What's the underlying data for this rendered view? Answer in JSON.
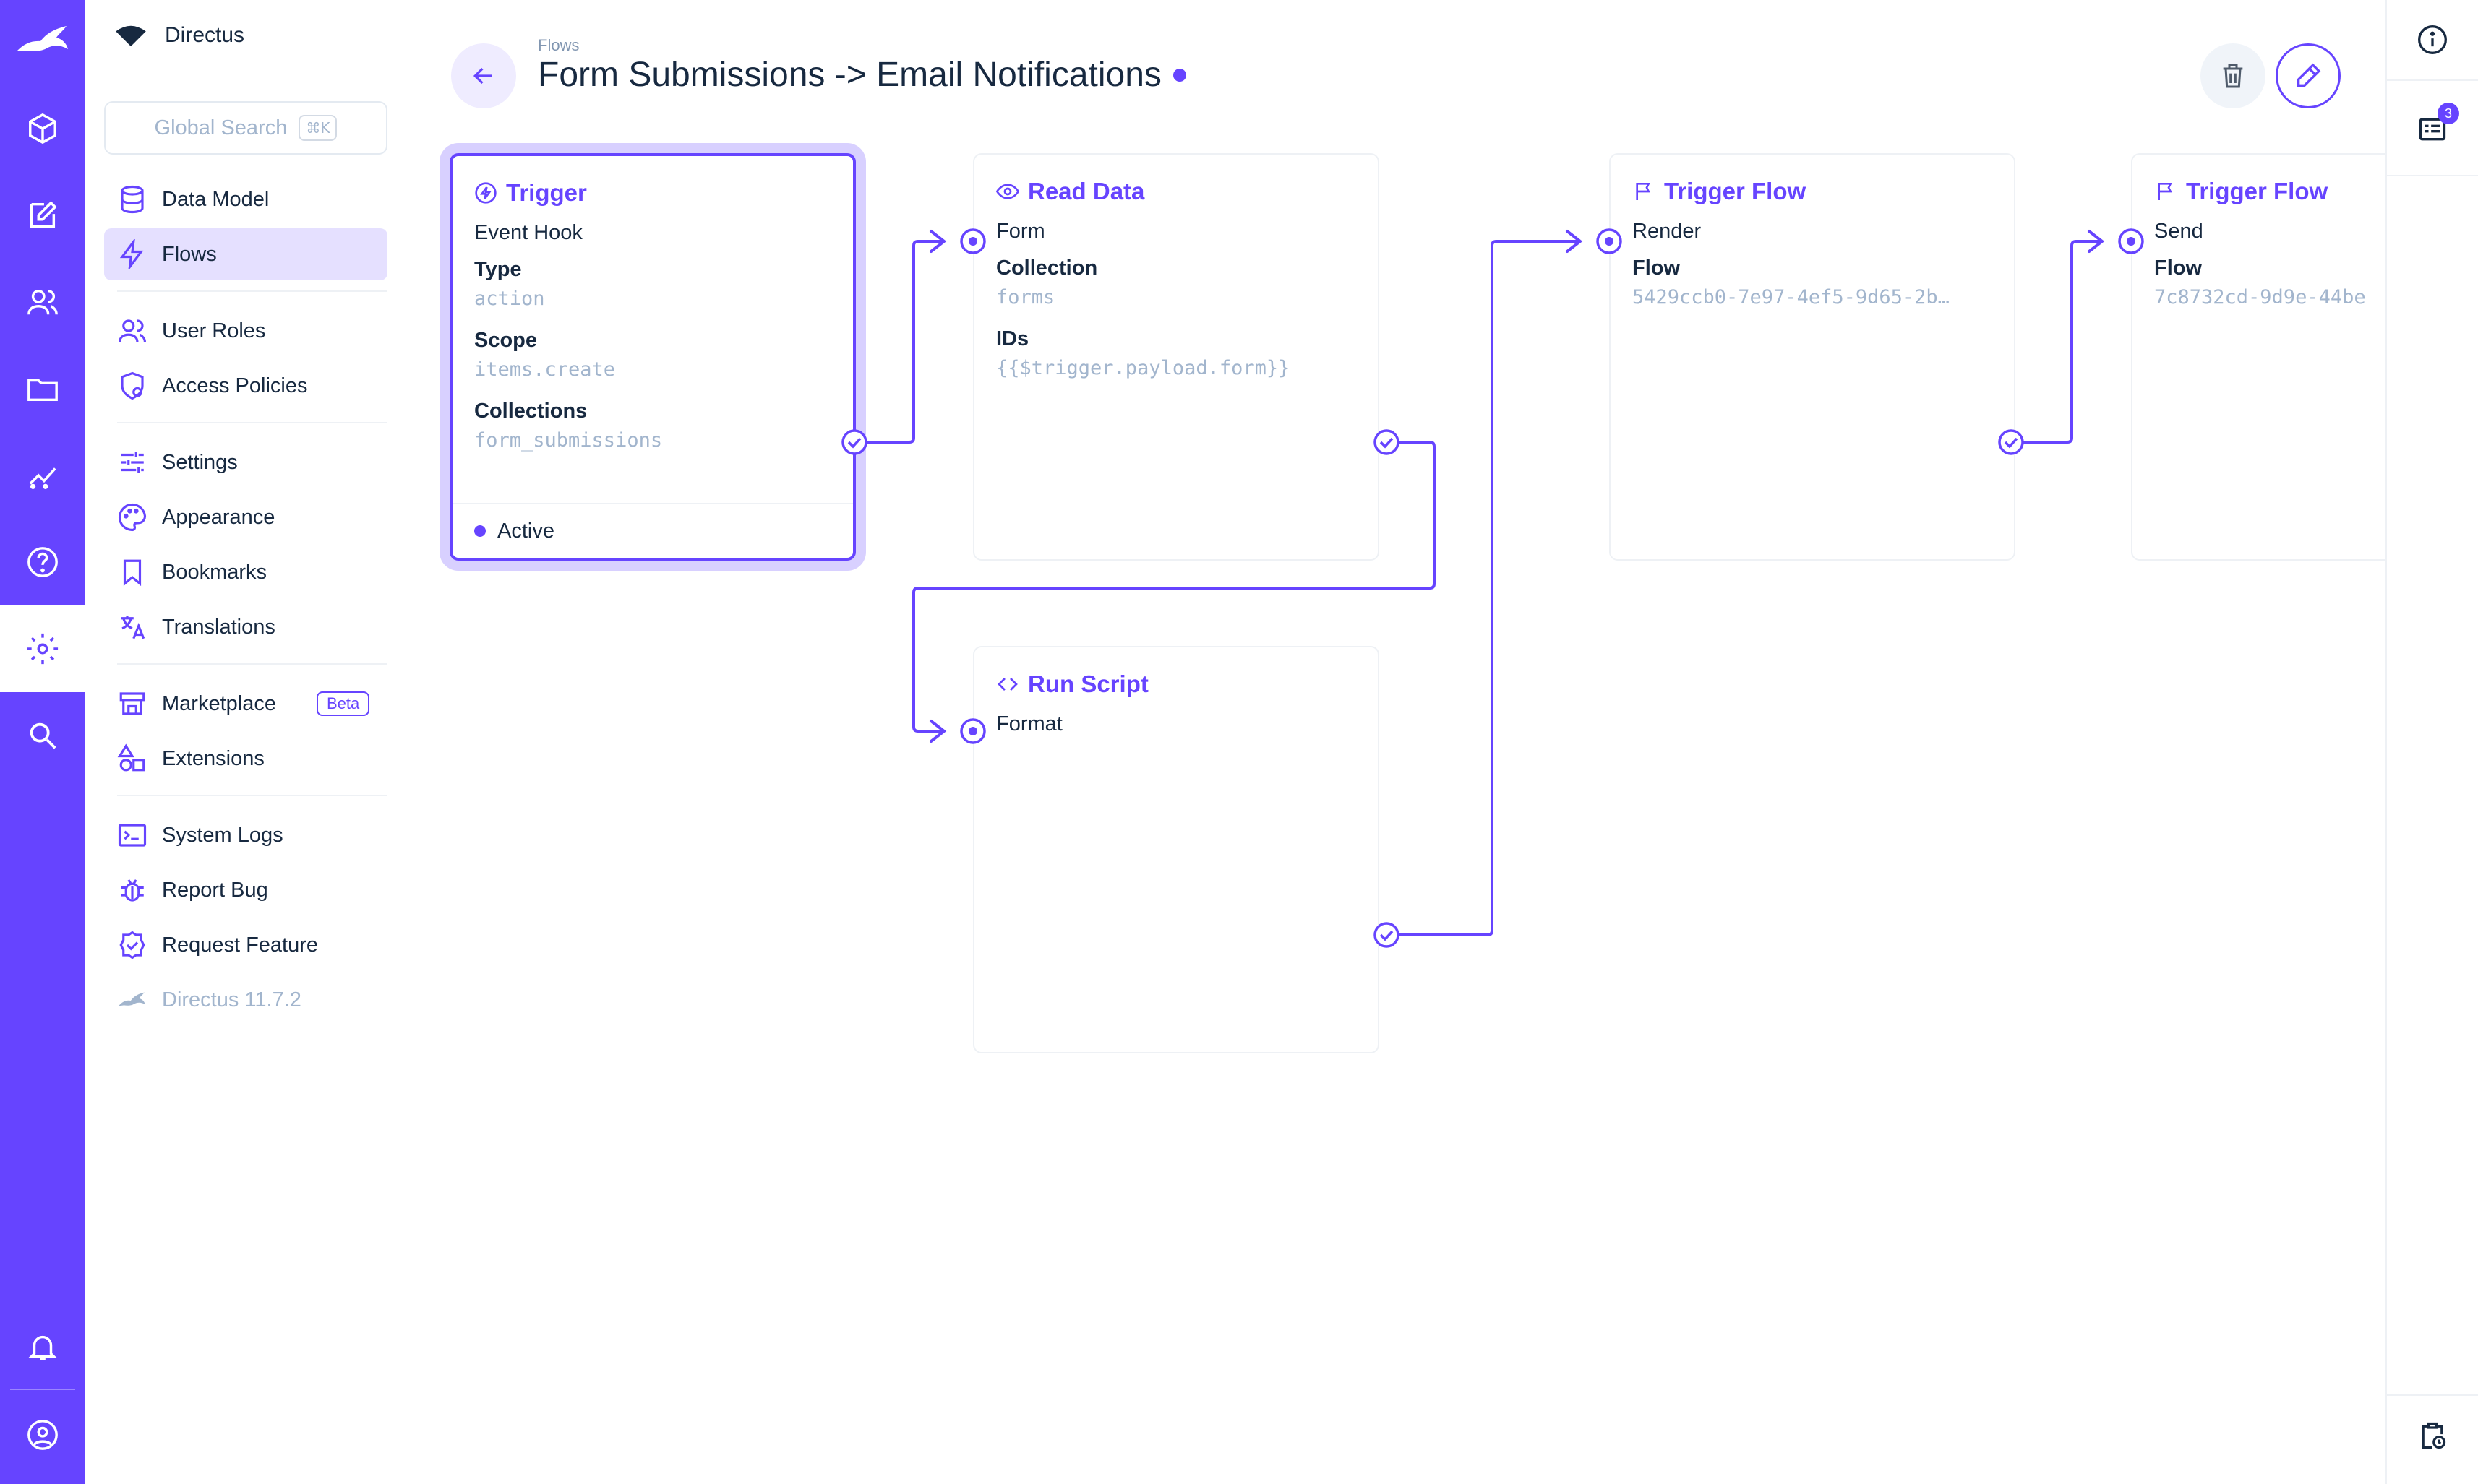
{
  "app": {
    "project_name": "Directus",
    "version": "Directus 11.7.2"
  },
  "search": {
    "placeholder": "Global Search",
    "shortcut": "⌘K"
  },
  "nav": {
    "items": [
      {
        "label": "Data Model",
        "icon": "database-icon"
      },
      {
        "label": "Flows",
        "icon": "bolt-icon",
        "active": true
      },
      {
        "label": "User Roles",
        "icon": "users-icon"
      },
      {
        "label": "Access Policies",
        "icon": "policy-icon"
      },
      {
        "label": "Settings",
        "icon": "sliders-icon"
      },
      {
        "label": "Appearance",
        "icon": "palette-icon"
      },
      {
        "label": "Bookmarks",
        "icon": "bookmark-icon"
      },
      {
        "label": "Translations",
        "icon": "translate-icon"
      },
      {
        "label": "Marketplace",
        "icon": "store-icon",
        "badge": "Beta"
      },
      {
        "label": "Extensions",
        "icon": "shapes-icon"
      },
      {
        "label": "System Logs",
        "icon": "terminal-icon"
      },
      {
        "label": "Report Bug",
        "icon": "bug-icon"
      },
      {
        "label": "Request Feature",
        "icon": "verified-icon"
      }
    ]
  },
  "header": {
    "breadcrumb": "Flows",
    "title": "Form Submissions -> Email Notifications"
  },
  "flow": {
    "trigger": {
      "title": "Trigger",
      "subtitle": "Event Hook",
      "fields": [
        {
          "label": "Type",
          "value": "action"
        },
        {
          "label": "Scope",
          "value": "items.create"
        },
        {
          "label": "Collections",
          "value": "form_submissions"
        }
      ],
      "status": "Active"
    },
    "read_data": {
      "title": "Read Data",
      "name": "Form",
      "fields": [
        {
          "label": "Collection",
          "value": "forms"
        },
        {
          "label": "IDs",
          "value": "{{$trigger.payload.form}}"
        }
      ]
    },
    "run_script": {
      "title": "Run Script",
      "name": "Format"
    },
    "trigger_flow_1": {
      "title": "Trigger Flow",
      "name": "Render",
      "fields": [
        {
          "label": "Flow",
          "value": "5429ccb0-7e97-4ef5-9d65-2b…"
        }
      ]
    },
    "trigger_flow_2": {
      "title": "Trigger Flow",
      "name": "Send",
      "fields": [
        {
          "label": "Flow",
          "value": "7c8732cd-9d9e-44be"
        }
      ]
    }
  },
  "right_sidebar": {
    "notification_count": "3"
  },
  "colors": {
    "accent": "#6644ff",
    "accent_soft": "#e5e0ff",
    "text": "#172940",
    "muted": "#a2b5cd"
  }
}
